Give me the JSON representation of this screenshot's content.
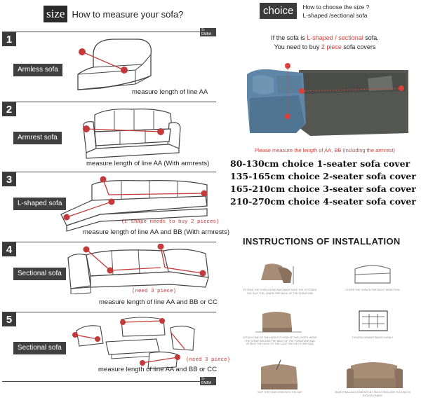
{
  "left": {
    "header_box": "size",
    "header_text": "How to measure your sofa?",
    "brand": "S-EMBA",
    "panels": [
      {
        "num": "1",
        "label": "Armless sofa",
        "caption": "measure length of line AA",
        "note": ""
      },
      {
        "num": "2",
        "label": "Armrest sofa",
        "caption": "measure length of line AA (With armrests)",
        "note": ""
      },
      {
        "num": "3",
        "label": "L-shaped sofa",
        "caption": "measure length of line AA and BB (With armrests)",
        "note": "(L shape needs to buy 2 pieces)"
      },
      {
        "num": "4",
        "label": "Sectional sofa",
        "caption": "measure length of line AA and BB or CC",
        "note": "(need 3 piece)"
      },
      {
        "num": "5",
        "label": "Sectional sofa",
        "caption": "measure length of line AA and BB or CC",
        "note": "(need 3 piece)"
      }
    ]
  },
  "right": {
    "header_box": "choice",
    "header_line1": "How to choose the size ?",
    "header_line2": "L-shaped /sectional sofa",
    "lnote_1a": "If the sofa is ",
    "lnote_1b": "L-shaped / sectional",
    "lnote_1c": " sofa.",
    "lnote_2a": "You need to buy ",
    "lnote_2b": "2 piece",
    "lnote_2c": " sofa covers",
    "please": "Please measure the length of AA, BB (including the armrest)",
    "sizes": [
      "80-130cm  choice 1-seater sofa cover",
      "135-165cm choice 2-seater sofa cover",
      "165-210cm choice 3-seater sofa cover",
      "210-270cm choice 4-seater sofa cover"
    ],
    "instructions_title": "INSTRUCTIONS OF  INSTALLATION",
    "inst_steps": [
      "EXTEND THE SOFA COVER AND MAKE SURE THE STITCHED TAG IS AT THE LOWER SIDE BACK OF THE FURNITURE",
      "COVER THE SOFA IN THE RIGHT DIRECTION",
      "ATTACH ONE OF THE HOOKS TO END OF THE LOOPS, WRAP THE STRAP AROUND THE BACK OF THE FURNITURE AND ATTACH THE HOOK TO THE LOOP ON THE OTHER SIDE",
      "TIGHTEN DRAWSTRINGS EVENLY",
      "SLIP THE FOAM SHIM INTO THE GAP",
      "MAKE FINAL ADJUSTMENTS BY SMOOTHING AND TUCKING IN EXCESS FABRIC"
    ]
  }
}
